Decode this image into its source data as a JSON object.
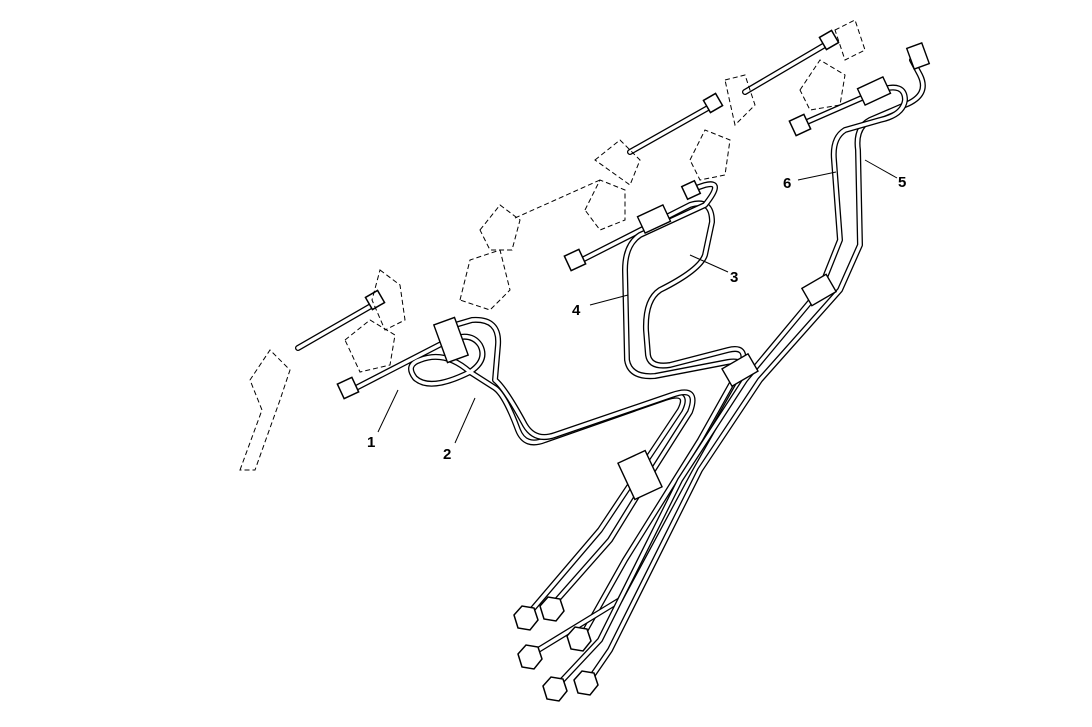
{
  "diagram": {
    "type": "exploded parts diagram - fuel injection pipes",
    "callouts": [
      {
        "id": "1",
        "label": "1"
      },
      {
        "id": "2",
        "label": "2"
      },
      {
        "id": "3",
        "label": "3"
      },
      {
        "id": "4",
        "label": "4"
      },
      {
        "id": "5",
        "label": "5"
      },
      {
        "id": "6",
        "label": "6"
      }
    ]
  }
}
